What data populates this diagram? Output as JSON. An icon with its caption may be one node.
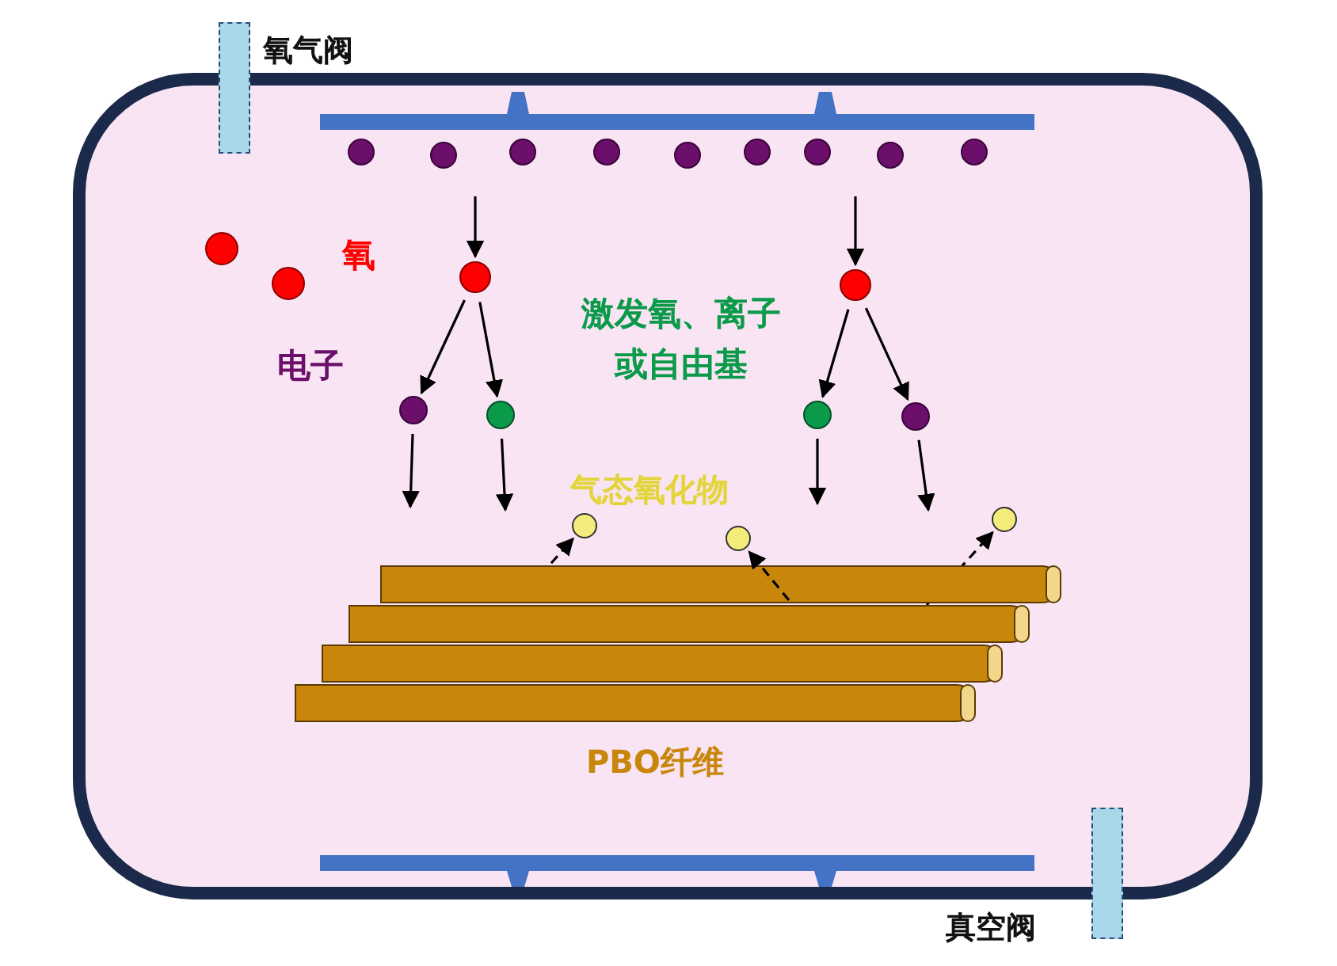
{
  "diagram": {
    "nodes": [
      {
        "text": [],
        "shape": "circle"
      },
      {
        "text": [],
        "shape": "circle"
      },
      {
        "text": [],
        "shape": "circle"
      },
      {
        "text": [],
        "shape": "circle"
      },
      {
        "text": [],
        "shape": "circle"
      },
      {
        "text": [],
        "shape": "circle"
      },
      {
        "text": [],
        "shape": "circle"
      },
      {
        "text": [],
        "shape": "circle"
      },
      {
        "text": [],
        "shape": "circle"
      },
      {
        "text": [],
        "shape": "cylinder"
      },
      {
        "text": [],
        "shape": "cylinder"
      },
      {
        "text": [],
        "shape": "cylinder"
      },
      {
        "text": [],
        "shape": "cylinder"
      },
      {
        "text": [],
        "shape": "box",
        "beside": [
          "氧气阀"
        ]
      },
      {
        "text": [],
        "shape": "box",
        "beside": [
          "真空阀"
        ]
      }
    ],
    "edges": [
      {
        "from": null,
        "to": 0,
        "arrow": "to"
      },
      {
        "from": null,
        "to": 1,
        "arrow": "to"
      },
      {
        "from": 0,
        "to": 2,
        "arrow": "to"
      },
      {
        "from": 0,
        "to": 3,
        "arrow": "to"
      },
      {
        "from": 1,
        "to": 4,
        "arrow": "to"
      },
      {
        "from": 1,
        "to": 5,
        "arrow": "to"
      },
      {
        "from": 2,
        "to": null,
        "arrow": "to"
      },
      {
        "from": 3,
        "to": null,
        "arrow": "to"
      },
      {
        "from": 4,
        "to": null,
        "arrow": "to"
      },
      {
        "from": 5,
        "to": null,
        "arrow": "to"
      },
      {
        "from": 9,
        "to": 6,
        "arrow": "to",
        "style": "dashed"
      },
      {
        "from": 9,
        "to": 7,
        "arrow": "to",
        "style": "dashed"
      },
      {
        "from": 9,
        "to": 8,
        "arrow": "to",
        "style": "dashed"
      }
    ],
    "labels": [
      "氧",
      "电子",
      "激发氧、离子或自由基",
      "气态氧化物",
      "PBO纤维"
    ]
  }
}
